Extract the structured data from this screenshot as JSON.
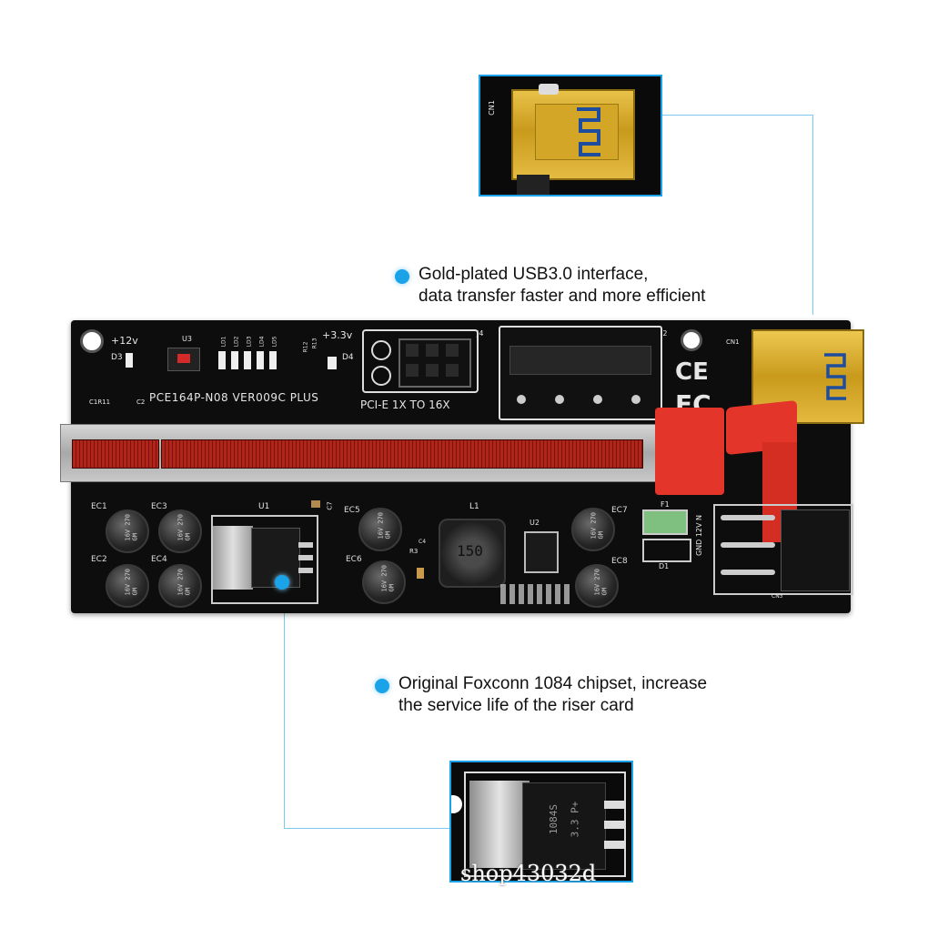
{
  "callouts": {
    "usb": {
      "line1": "Gold-plated USB3.0 interface,",
      "line2": "data transfer faster and more efficient"
    },
    "chip": {
      "line1": "Original Foxconn 1084 chipset, increase",
      "line2": "the service life of the riser card"
    }
  },
  "board": {
    "model": "PCE164P-N08  VER009C  PLUS",
    "plus12": "+12v",
    "plus33": "+3.3v",
    "pcie_label": "PCI-E  1X  TO  16X",
    "u3": "U3",
    "d3": "D3",
    "d4": "D4",
    "j4": "J4",
    "j2": "J2",
    "cn1": "CN1",
    "c1r11": "C1R11",
    "c2": "C2",
    "r12": "R12",
    "r13": "R13",
    "ld": [
      "LD1",
      "LD2",
      "LD3",
      "LD4",
      "LD5"
    ],
    "ce_mark": "CE",
    "fc_mark": "FC",
    "u1": "U1",
    "u2": "U2",
    "l1": "L1",
    "f1": "F1",
    "d1": "D1",
    "c7": "C7",
    "c4": "C4",
    "r3": "R3",
    "cn3": "CN3",
    "power_pins": "GND 12V N",
    "inductor_code": "150",
    "caps": [
      {
        "name": "EC1",
        "mark": "16V 270 GM"
      },
      {
        "name": "EC3",
        "mark": "16V 270 GM"
      },
      {
        "name": "EC2",
        "mark": "16V 270 GM"
      },
      {
        "name": "EC4",
        "mark": "16V 270 GM"
      },
      {
        "name": "EC5",
        "mark": "16V 270 GM"
      },
      {
        "name": "EC6",
        "mark": "16V 270 GM"
      },
      {
        "name": "EC7",
        "mark": "16V 270 GM"
      },
      {
        "name": "EC8",
        "mark": "16V 270 GM"
      }
    ]
  },
  "insets": {
    "top_label": "CN1",
    "chip_text": "1084S",
    "chip_code": "3.3 P+"
  },
  "watermark": "shop43032d",
  "colors": {
    "accent": "#1aa3e8",
    "pcb": "#0d0d0d",
    "slot_red": "#c0281c",
    "latch_red": "#e3352a",
    "usb_gold": "#d6a92a"
  }
}
